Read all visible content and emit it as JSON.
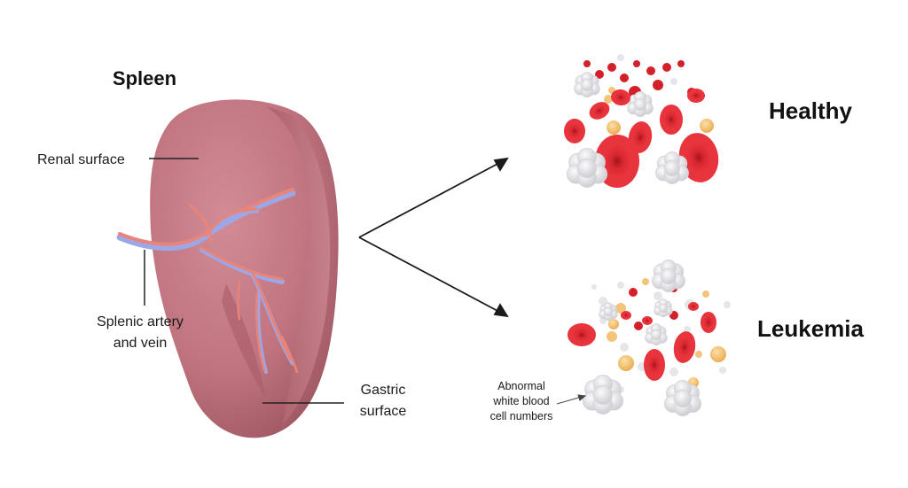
{
  "titles": {
    "spleen": "Spleen",
    "healthy": "Healthy",
    "leukemia": "Leukemia"
  },
  "labels": {
    "renal_surface": "Renal surface",
    "splenic_line1": "Splenic artery",
    "splenic_line2": "and vein",
    "gastric_line1": "Gastric",
    "gastric_line2": "surface",
    "abnormal_line1": "Abnormal",
    "abnormal_line2": "white blood",
    "abnormal_line3": "cell numbers"
  },
  "colors": {
    "spleen": "#c0747f",
    "spleen_dark": "#a85c68",
    "artery": "#e8847a",
    "vein": "#9ea7e6",
    "red_cell": "#d3202a",
    "white_cell": "#e6e6ea",
    "platelet": "#f4c47a"
  }
}
